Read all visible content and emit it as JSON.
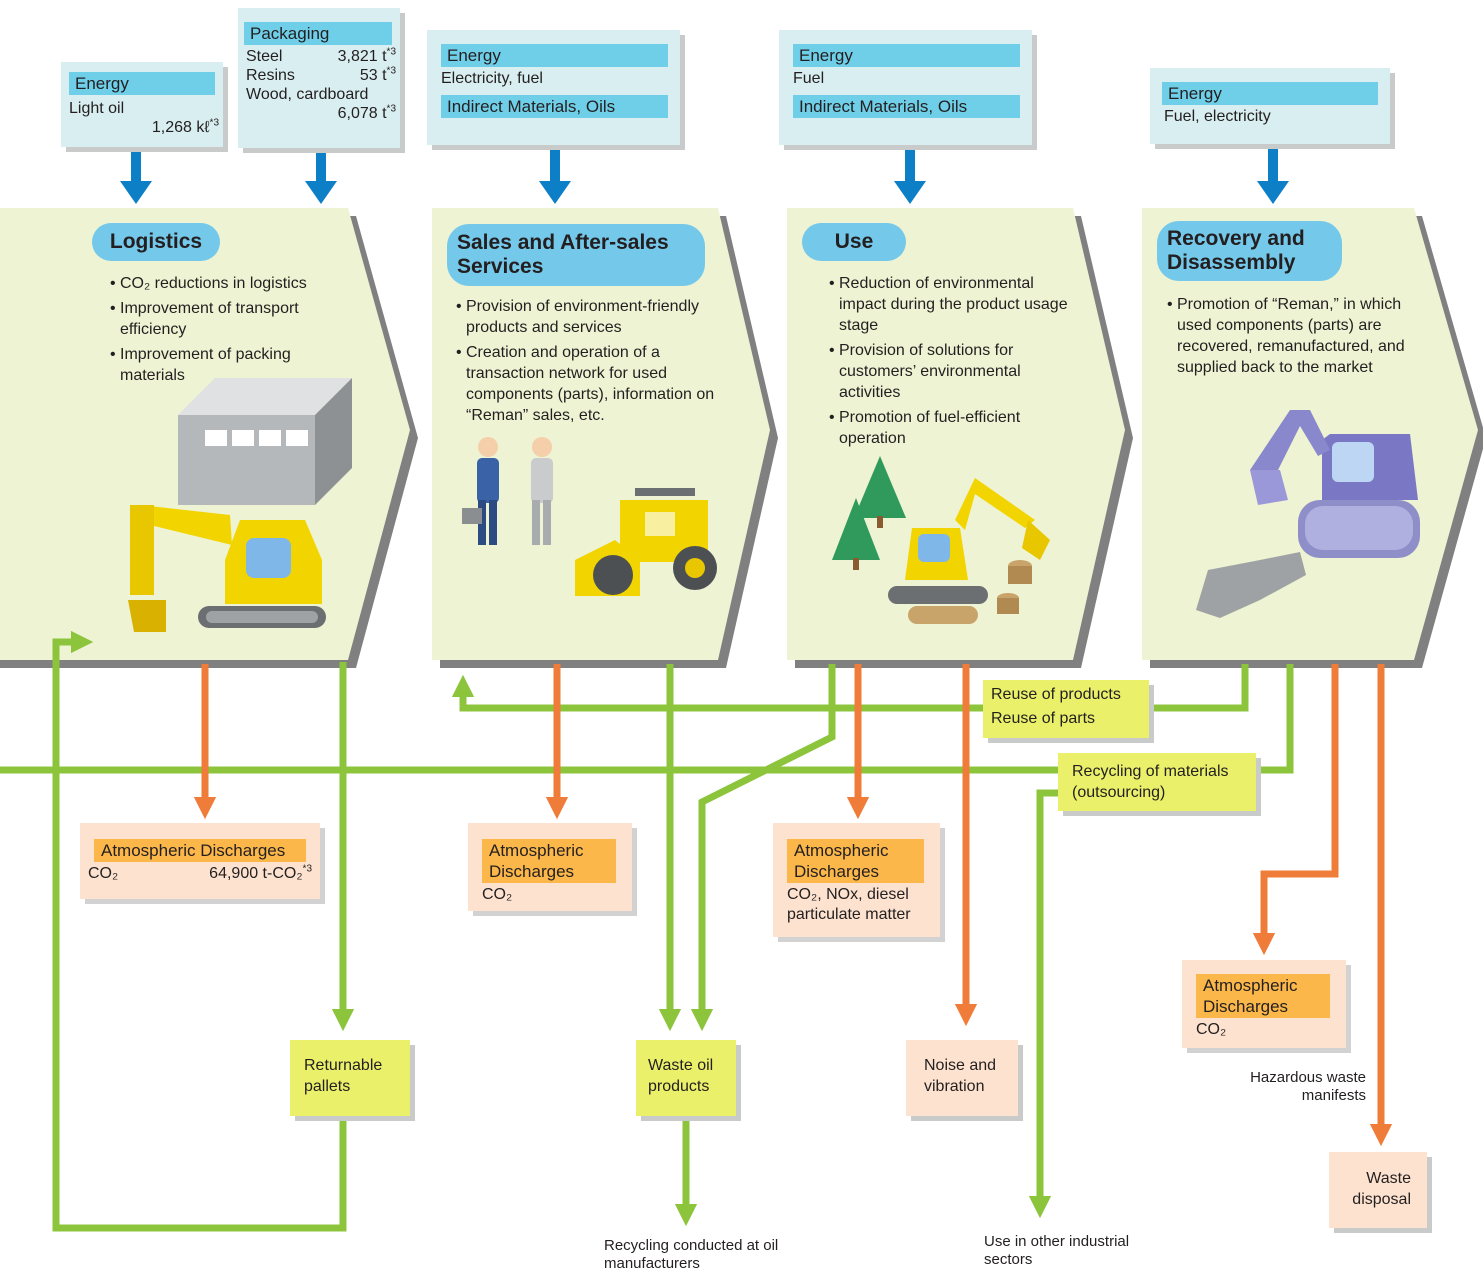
{
  "colors": {
    "green_flow": "#8cc43c",
    "orange_flow": "#ef7c38",
    "blue_arrow": "#0d7fc7",
    "stage_fill": "#eef3d3",
    "stage_shadow": "#808080"
  },
  "logistics_inputs": {
    "energy": {
      "label": "Energy",
      "line1": "Light oil",
      "value": "1,268 kℓ",
      "note": "*3"
    },
    "packaging": {
      "label": "Packaging",
      "rows": [
        {
          "name": "Steel",
          "value": "3,821 t",
          "note": "*3"
        },
        {
          "name": "Resins",
          "value": "53 t",
          "note": "*3"
        }
      ],
      "wood_label": "Wood, cardboard",
      "wood_value": "6,078 t",
      "wood_note": "*3"
    }
  },
  "sales_inputs": {
    "energy_label": "Energy",
    "energy_text": "Electricity, fuel",
    "indirect_label": "Indirect Materials, Oils"
  },
  "use_inputs": {
    "energy_label": "Energy",
    "energy_text": "Fuel",
    "indirect_label": "Indirect Materials, Oils"
  },
  "recovery_inputs": {
    "energy_label": "Energy",
    "energy_text": "Fuel, electricity"
  },
  "stages": {
    "logistics": {
      "title": "Logistics",
      "bullets": [
        "CO₂ reductions in logistics",
        "Improvement of transport efficiency",
        "Improvement of packing materials"
      ]
    },
    "sales": {
      "title": "Sales and After-sales Services",
      "bullets": [
        "Provision of environment-friendly products and services",
        "Creation and operation of a transaction network for used components (parts), information on “Reman” sales, etc."
      ]
    },
    "use": {
      "title": "Use",
      "bullets": [
        "Reduction of environmental impact during the product usage stage",
        "Provision of solutions for customers’ environmental activities",
        "Promotion of fuel-efficient operation"
      ]
    },
    "recovery": {
      "title": "Recovery and Disassembly",
      "bullets": [
        "Promotion of “Reman,” in which used components (parts) are recovered, remanufactured, and supplied back to the market"
      ]
    }
  },
  "discharges": {
    "logistics": {
      "label": "Atmospheric Discharges",
      "gas": "CO₂",
      "value": "64,900 t-CO₂",
      "note": "*3"
    },
    "sales": {
      "label": "Atmospheric Discharges",
      "text": "CO₂"
    },
    "use": {
      "label": "Atmospheric Discharges",
      "text": "CO₂, NOx, diesel particulate matter"
    },
    "recovery": {
      "label": "Atmospheric Discharges",
      "text": "CO₂"
    }
  },
  "flow_labels": {
    "reuse_products": "Reuse of products",
    "reuse_parts": "Reuse of parts",
    "recycling_materials": "Recycling of materials (outsourcing)"
  },
  "outputs": {
    "returnable_pallets": "Returnable pallets",
    "waste_oil": "Waste oil products",
    "noise": "Noise and vibration",
    "waste_disposal": "Waste disposal"
  },
  "notes": {
    "recycling_oil": "Recycling conducted at oil manufacturers",
    "other_sectors": "Use in other industrial sectors",
    "hazardous": "Hazardous waste manifests"
  }
}
